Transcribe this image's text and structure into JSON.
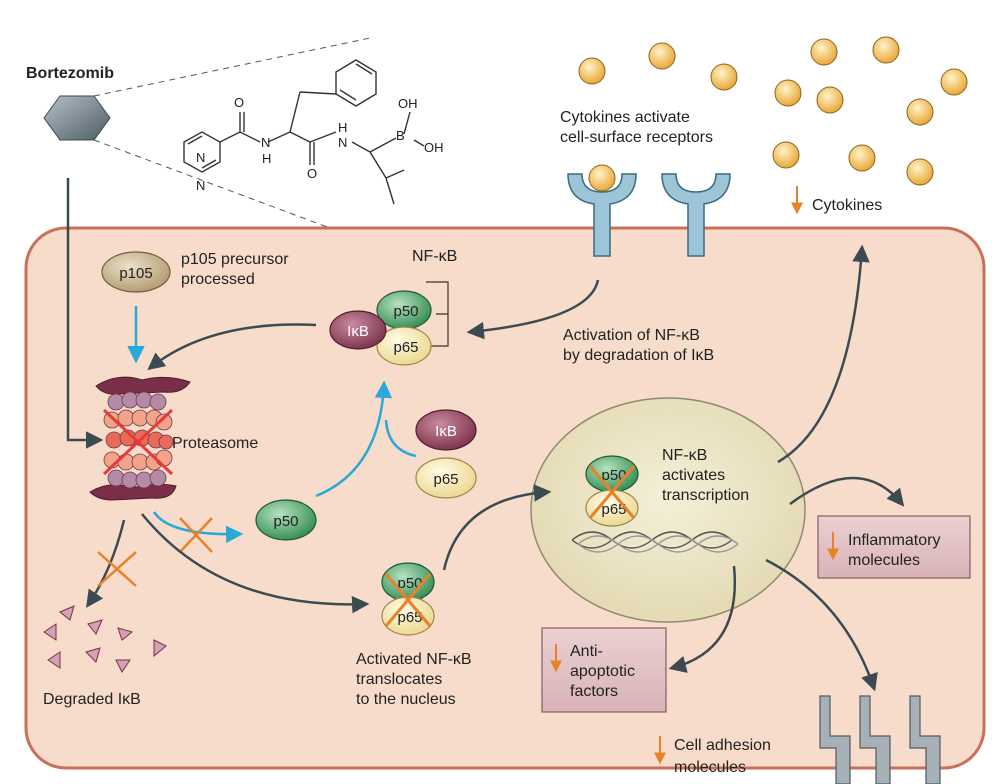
{
  "drug": {
    "name": "Bortezomib"
  },
  "chem_atoms": {
    "N1": "N",
    "N2": "N",
    "NH_left_N": "N",
    "NH_left_H": "H",
    "NH_right_H": "H",
    "NH_right_N": "N",
    "B": "B",
    "OH_top": "OH",
    "OH_right": "OH",
    "O_left": "O",
    "O_bottom": "O"
  },
  "labels": {
    "cytokines_activate_1": "Cytokines activate",
    "cytokines_activate_2": "cell-surface receptors",
    "cytokines_decrease": "Cytokines",
    "p105_protein": "p105",
    "p105_text_1": "p105 precursor",
    "p105_text_2": "processed",
    "nfkb_complex": "NF-κB",
    "activation_1": "Activation of NF-κB",
    "activation_2": "by degradation of IκB",
    "proteasome": "Proteasome",
    "nucleus_text_1": "NF-κB",
    "nucleus_text_2": "activates",
    "nucleus_text_3": "transcription",
    "inflammatory_1": "Inflammatory",
    "inflammatory_2": "molecules",
    "anti_apoptotic_1": "Anti-",
    "anti_apoptotic_2": "apoptotic",
    "anti_apoptotic_3": "factors",
    "cell_adhesion_1": "Cell adhesion",
    "cell_adhesion_2": "molecules",
    "degraded_ikb": "Degraded IκB",
    "translocates_1": "Activated NF-κB",
    "translocates_2": "translocates",
    "translocates_3": "to the nucleus"
  },
  "proteins": {
    "ikb": "IκB",
    "p50": "p50",
    "p65": "p65"
  },
  "colors": {
    "cell_fill": "#f8dccb",
    "cell_stroke": "#c9705a",
    "nucleus_fill": "#ece5c8",
    "arrow_dark": "#3c4a52",
    "arrow_blue": "#2aa9d6",
    "cross_orange": "#e8822a",
    "cytokine": "#f2b94a",
    "receptor": "#9cc6d8",
    "p50": "#3f9a5e",
    "p65": "#f4e4a4",
    "ikb": "#8c4156",
    "p105": "#c8b48e",
    "box_fill": "#e2c3c6"
  }
}
